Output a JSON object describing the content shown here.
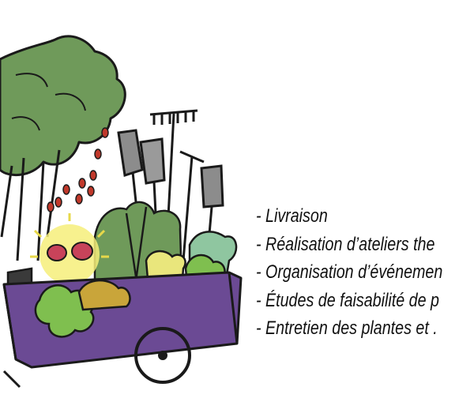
{
  "services": {
    "items": [
      "- Livraison",
      "- Réalisation d’ateliers the",
      "- Organisation d’événemen",
      "- Études de faisabilité de p",
      "- Entretien des plantes et ."
    ]
  },
  "colors": {
    "cart_purple": "#6b4a94",
    "tree_green": "#6f9a5a",
    "leaf_green": "#7fbf4f",
    "outline": "#1a1a1a",
    "seed_red": "#c0392b",
    "glow_yellow": "#f6ee7a",
    "flower_pink": "#c8435a",
    "tool_gray": "#8c8c8c",
    "text": "#111111"
  },
  "icons": [
    "garden-cart-illustration",
    "tree-icon",
    "rake-icon",
    "shovel-icon",
    "watering-seeds-icon",
    "flower-icon",
    "wheel-icon"
  ]
}
